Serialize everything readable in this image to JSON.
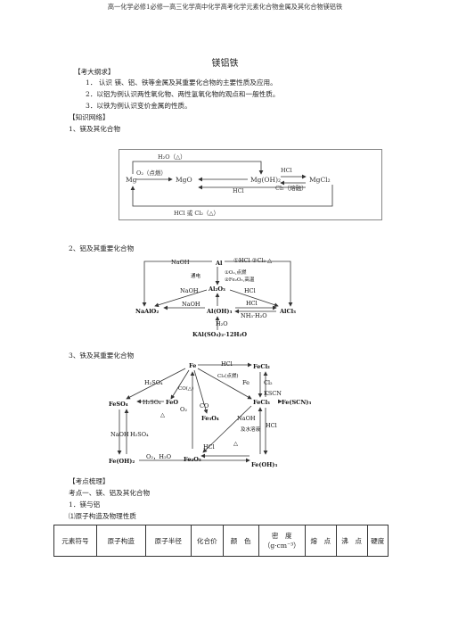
{
  "header": "高一化学必修1必修一高三化学高中化学高考化学元素化合物金属及其化合物镁铝铁",
  "title": "镁铝铁",
  "sections": {
    "syllabus_heading": "【考大纲求】",
    "syllabus_items": [
      "1．  认识  镁、铝、铁等金属及其重要化合物的主要性质及应用。",
      "2．以铝为例认识两性氧化物、两性氢氧化物的观点和一般性质。",
      "3．以铁为例认识变价金属的性质。"
    ],
    "network_heading": "【知识网络】",
    "mg_heading": "1、镁及其化合物",
    "al_heading": "2、铝及其重要化合物",
    "fe_heading": "3、铁及其重要化合物",
    "review_heading": "【考点梳理】",
    "point1": "考点一、镁、铝及其化合物",
    "point1_1": "1．镁与铝",
    "point1_1_1": "⑴原子构造及物理性质"
  },
  "mg_diagram": {
    "mg": "Mg",
    "mgo": "MgO",
    "mgoh2": "Mg(OH)₂",
    "mgcl2": "MgCl₂",
    "o2": "O₂（点燃）",
    "h2o": "H₂O（△）",
    "hcl": "HCl",
    "hcl2": "HCl",
    "cl2": "Cl₂（熔融）",
    "bottom": "HCl 或 Cl₂（△）"
  },
  "al_diagram": {
    "al": "Al",
    "naoh1": "NaOH",
    "hcl1": "①HCl ②Cl₂ △",
    "o2note": "①O₂,点燃",
    "fe2o3note": "②Fe₂O₃,高温",
    "tongdian": "通电",
    "al2o3": "Al₂O₃",
    "naoh2": "NaOH",
    "hcl2": "HCl",
    "naalo2": "NaAlO₂",
    "aloh3": "Al(OH)₃",
    "alcl3": "AlCl₃",
    "naoh3": "NaOH",
    "hcl3": "HCl",
    "nh3": "NH₃·H₂O",
    "h2o": "H₂O",
    "alum": "KAl(SO₄)₂·12H₂O"
  },
  "fe_diagram": {
    "fe": "Fe",
    "hcl1": "HCl",
    "fecl2": "FeCl₂",
    "fe1": "Fe",
    "cl2a": "Cl₂",
    "cl2b": "Cl₂(点燃)",
    "h2so4a": "H₂SO₄",
    "co": "CO(△)",
    "feso4": "FeSO₄",
    "h2so4b": "H₂SO₄",
    "feo": "FeO",
    "o2": "O₂",
    "fe3o4": "Fe₃O₄",
    "co2": "CO",
    "fecl3": "FeCl₃",
    "kscn": "KSCN",
    "fescn": "Fe(SCN)₃",
    "naoh1": "NaOH",
    "h2so4c": "H₂SO₄",
    "aggr": "及水溶液",
    "naoh2": "NaOH",
    "hcl2": "HCl",
    "hcl3": "HCl",
    "feoh2": "Fe(OH)₂",
    "o2h2o": "O₂，H₂O",
    "fe2o3": "Fe₂O₃",
    "feoh3": "Fe(OH)₃",
    "delta": "△",
    "delta2": "△"
  },
  "table_headers": [
    "元素符号",
    "原子构造",
    "原子半径",
    "化合价",
    "颜　色",
    "密　度（g·cm⁻³）",
    "熔　点",
    "沸　点",
    "硬度"
  ]
}
